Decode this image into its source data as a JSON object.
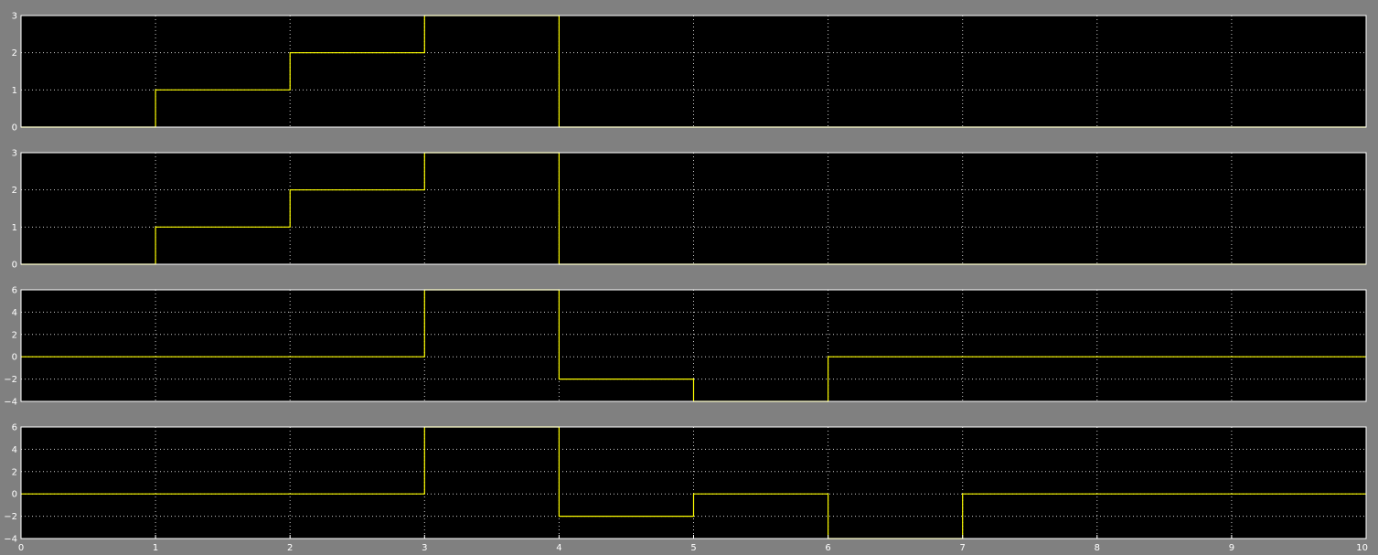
{
  "chart_data": [
    {
      "type": "line",
      "title": "",
      "xlabel": "",
      "ylabel": "",
      "xlim": [
        0,
        10
      ],
      "ylim": [
        0,
        3
      ],
      "yticks": [
        0,
        1,
        2,
        3
      ],
      "grid": true,
      "step": true,
      "x_tick_labels_shown": false,
      "series": [
        {
          "x": [
            0,
            1,
            2,
            3,
            4,
            10
          ],
          "y": [
            0,
            1,
            2,
            3,
            0,
            0
          ]
        }
      ]
    },
    {
      "type": "line",
      "title": "",
      "xlabel": "",
      "ylabel": "",
      "xlim": [
        0,
        10
      ],
      "ylim": [
        0,
        3
      ],
      "yticks": [
        0,
        1,
        2,
        3
      ],
      "grid": true,
      "step": true,
      "x_tick_labels_shown": false,
      "series": [
        {
          "x": [
            0,
            1,
            2,
            3,
            4,
            10
          ],
          "y": [
            0,
            1,
            2,
            3,
            0,
            0
          ]
        }
      ]
    },
    {
      "type": "line",
      "title": "",
      "xlabel": "",
      "ylabel": "",
      "xlim": [
        0,
        10
      ],
      "ylim": [
        -4,
        6
      ],
      "yticks": [
        -4,
        -2,
        0,
        2,
        4,
        6
      ],
      "grid": true,
      "step": true,
      "x_tick_labels_shown": false,
      "series": [
        {
          "x": [
            0,
            3,
            4,
            5,
            6,
            10
          ],
          "y": [
            0,
            6,
            -2,
            -4,
            0,
            0
          ]
        }
      ]
    },
    {
      "type": "line",
      "title": "",
      "xlabel": "",
      "ylabel": "",
      "xlim": [
        0,
        10
      ],
      "ylim": [
        -4,
        6
      ],
      "yticks": [
        -4,
        -2,
        0,
        2,
        4,
        6
      ],
      "grid": true,
      "step": true,
      "x_tick_labels_shown": true,
      "xticks": [
        0,
        1,
        2,
        3,
        4,
        5,
        6,
        7,
        8,
        9,
        10
      ],
      "series": [
        {
          "x": [
            0,
            3,
            4,
            5,
            6,
            7,
            10
          ],
          "y": [
            0,
            6,
            -2,
            0,
            -4,
            0,
            0
          ]
        }
      ]
    }
  ],
  "colors": {
    "figure_background": "#808080",
    "axes_background": "#000000",
    "axes_border": "#ffffff",
    "grid": "#ffffff",
    "signal": "#ffff00",
    "tick_text": "#ffffff"
  }
}
